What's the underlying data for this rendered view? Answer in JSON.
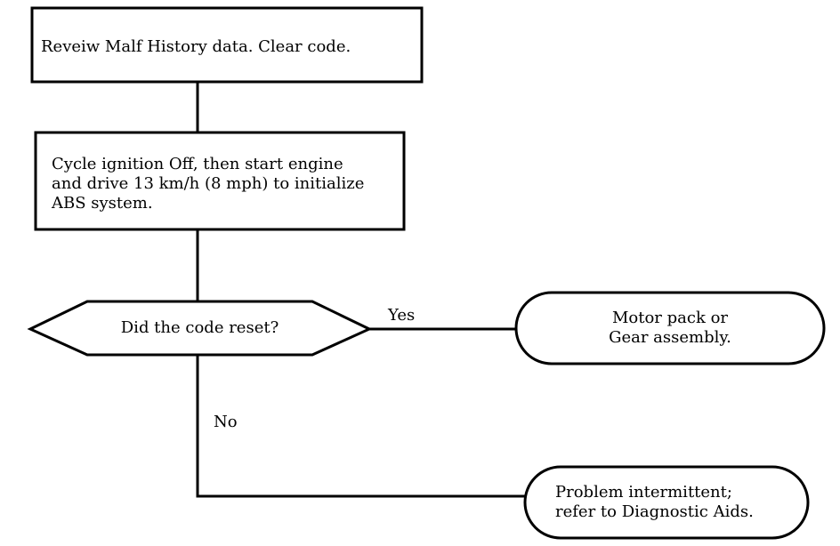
{
  "steps": {
    "review": "Reveiw Malf History data.  Clear code.",
    "cycle": "Cycle ignition Off, then start engine\nand drive 13 km/h (8 mph) to initialize\nABS system.",
    "decision": "Did the code reset?",
    "yes_result": "Motor pack or\nGear assembly.",
    "no_result": "Problem intermittent;\nrefer to Diagnostic Aids."
  },
  "branches": {
    "yes": "Yes",
    "no": "No"
  }
}
